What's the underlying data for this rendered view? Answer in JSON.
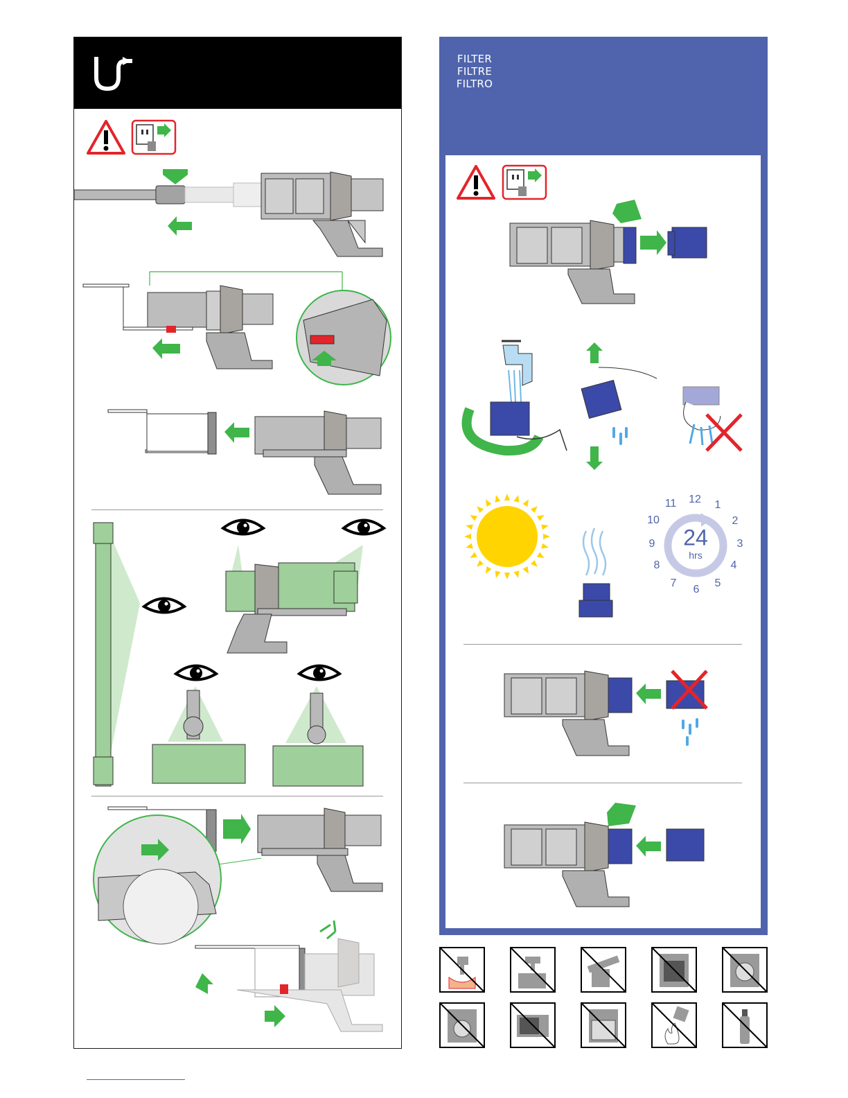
{
  "right_panel": {
    "title_lines": [
      "FILTER",
      "FILTRE",
      "FILTRO"
    ]
  },
  "drying": {
    "hours_value": "24",
    "hours_unit": "hrs",
    "clock_numbers": [
      "12",
      "1",
      "2",
      "3",
      "4",
      "5",
      "6",
      "7",
      "8",
      "9",
      "10",
      "11"
    ]
  },
  "colors": {
    "left_header_bg": "#000000",
    "right_panel_bg": "#4f64ad",
    "arrow_green": "#3fb54a",
    "warning_red": "#e3242b",
    "filter_blue": "#3b4aa8",
    "inspect_green": "#9fcf9a",
    "machine_grey": "#b9b9b9",
    "sun_yellow": "#ffd400"
  },
  "icons": {
    "brand": "dyson-u-bend-logo-icon",
    "warning": "warning-triangle-icon",
    "unplug": "unplug-socket-icon",
    "inspect": "eye-icon",
    "prohibited": [
      "no-hot-water-icon",
      "no-tap-icon",
      "no-brush-icon",
      "no-oven-icon",
      "no-tumble-dryer-icon",
      "no-washing-machine-icon",
      "no-microwave-icon",
      "no-dishwasher-icon",
      "no-naked-flame-icon",
      "no-spray-icon"
    ]
  }
}
